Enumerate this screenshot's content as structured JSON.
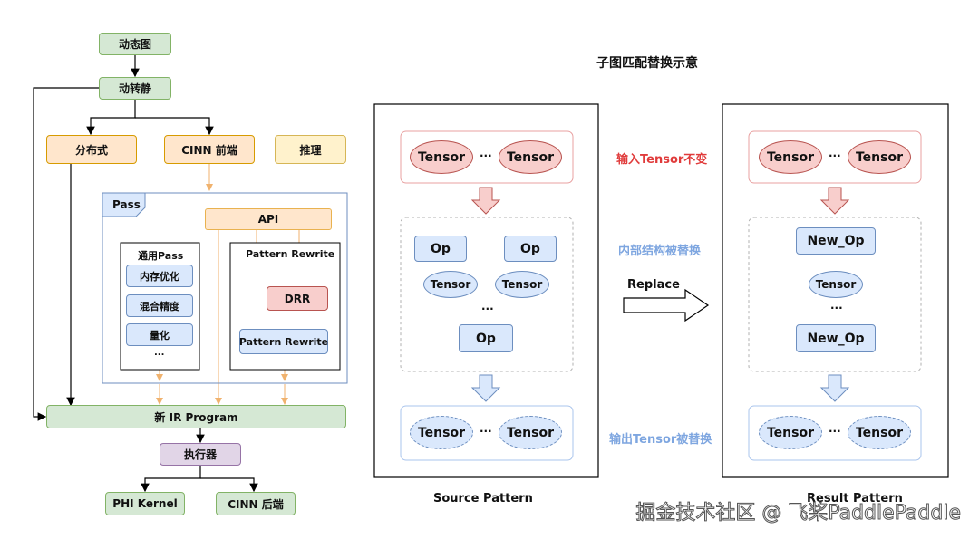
{
  "flow": {
    "dygraph": "动态图",
    "d2s": "动转静",
    "distributed": "分布式",
    "cinn_frontend": "CINN 前端",
    "inference": "推理",
    "pass_label": "Pass",
    "api": "API",
    "general_pass": "通用Pass",
    "mem_opt": "内存优化",
    "mixed_precision": "混合精度",
    "quant": "量化",
    "ellipsis": "...",
    "pattern_rewrite_title": "Pattern Rewrite",
    "drr": "DRR",
    "pattern_rewrite_box": "Pattern Rewrite",
    "new_ir": "新 IR Program",
    "executor": "执行器",
    "phi_kernel": "PHI Kernel",
    "cinn_backend": "CINN 后端"
  },
  "replace": {
    "title": "子图匹配替换示意",
    "tensor": "Tensor",
    "op": "Op",
    "new_op": "New_Op",
    "ellipsis": "...",
    "input_note": "输入Tensor不变",
    "inner_note": "内部结构被替换",
    "output_note": "输出Tensor被替换",
    "replace_label": "Replace",
    "source_label": "Source Pattern",
    "result_label": "Result Pattern"
  },
  "watermark": "掘金技术社区 @ 飞桨PaddlePaddle",
  "colors": {
    "green": "#d5e8d4",
    "orange": "#ffe6cc",
    "yellow": "#fff2cc",
    "purple": "#e1d5e7",
    "blue": "#dae8fc",
    "red": "#f8cecc",
    "note_red": "#e03b3b",
    "note_blue": "#7ea6e0"
  }
}
